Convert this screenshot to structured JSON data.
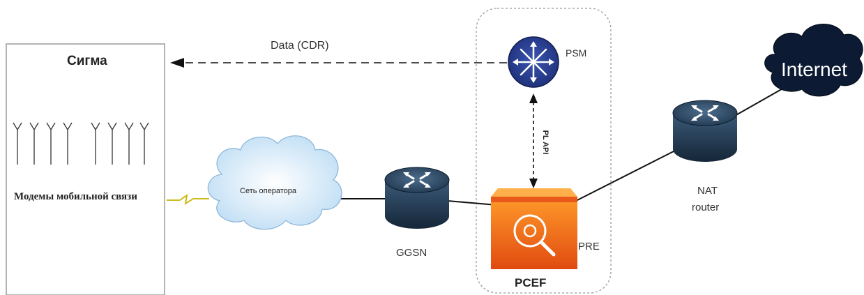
{
  "sigma": {
    "title": "Сигма",
    "modems_label": "Модемы мобильной связи"
  },
  "operator_network": {
    "label": "Сеть оператора"
  },
  "ggsn": {
    "label": "GGSN"
  },
  "pcef": {
    "label": "PCEF",
    "psm_label": "PSM",
    "pre_label": "PRE",
    "pl_api_label": "PL API"
  },
  "nat_router": {
    "line1": "NAT",
    "line2": "router"
  },
  "internet": {
    "label": "Internet"
  },
  "links": {
    "data_cdr_label": "Data (CDR)"
  },
  "colors": {
    "router_blue": "#2a3f8c",
    "router_dark": "#1f3550",
    "pre_orange": "#f06a1a",
    "cloud_blue": "#c9e4f8",
    "internet_dark": "#0d1a33"
  }
}
